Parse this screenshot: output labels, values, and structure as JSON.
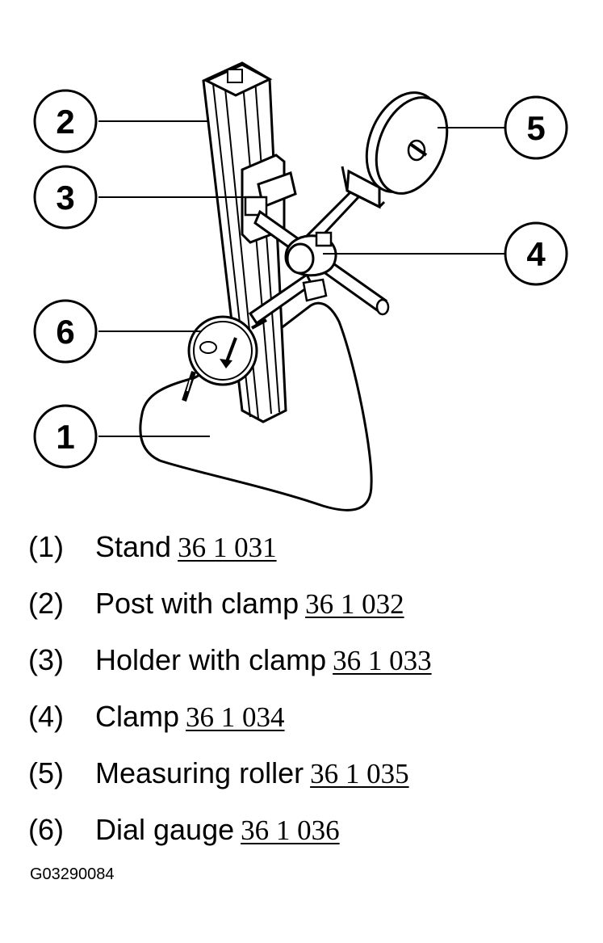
{
  "callouts": {
    "c1": "1",
    "c2": "2",
    "c3": "3",
    "c4": "4",
    "c5": "5",
    "c6": "6"
  },
  "legend": [
    {
      "num": "(1)",
      "text": "Stand",
      "code": "36 1 031"
    },
    {
      "num": "(2)",
      "text": "Post with clamp",
      "code": "36 1 032"
    },
    {
      "num": "(3)",
      "text": "Holder with clamp",
      "code": "36 1 033"
    },
    {
      "num": "(4)",
      "text": "Clamp",
      "code": "36 1 034"
    },
    {
      "num": "(5)",
      "text": "Measuring roller",
      "code": "36 1 035"
    },
    {
      "num": "(6)",
      "text": "Dial gauge",
      "code": "36 1 036"
    }
  ],
  "figure_id": "G03290084"
}
